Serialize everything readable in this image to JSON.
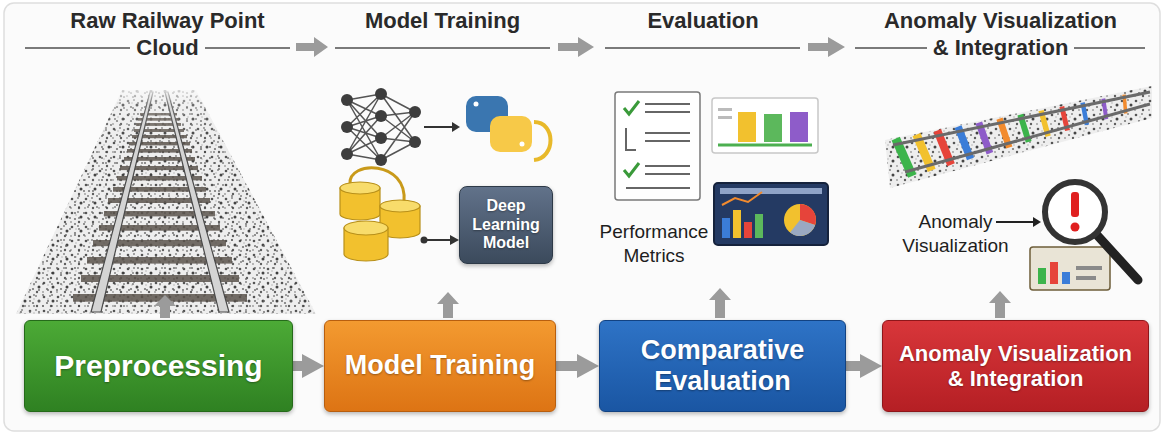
{
  "diagram": {
    "nodes": [
      {
        "text": [
          "Deep Learning Model"
        ]
      },
      {
        "text": [
          "Preprocessing"
        ]
      },
      {
        "text": [
          "Model Training"
        ]
      },
      {
        "text": [
          "Comparative Evaluation"
        ]
      },
      {
        "text": [
          "Anomaly Visualization & Integration"
        ]
      }
    ],
    "edges": [
      {
        "from": 1,
        "to": 2,
        "arrow": "to"
      },
      {
        "from": 2,
        "to": 3,
        "arrow": "to"
      },
      {
        "from": 3,
        "to": 4,
        "arrow": "to"
      }
    ],
    "labels": [
      "Raw Railway Point Cloud",
      "Model Training",
      "Evaluation",
      "Anomaly Visualization & Integration",
      "Performance Metrics",
      "Anomaly Visualization"
    ]
  }
}
